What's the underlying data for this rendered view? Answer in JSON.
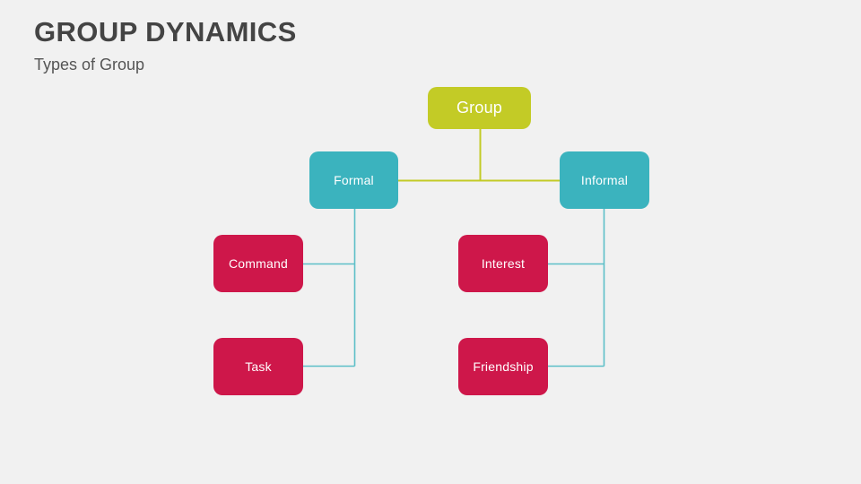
{
  "header": {
    "title": "GROUP DYNAMICS",
    "subtitle": "Types of Group"
  },
  "colors": {
    "background": "#f1f1f1",
    "title_text": "#444444",
    "subtitle_text": "#555555",
    "root_node": "#c3cb26",
    "branch_node": "#3bb3be",
    "leaf_node": "#ce174a",
    "node_text": "#ffffff",
    "root_connector": "#c3cb26",
    "branch_connector": "#5cbfc8"
  },
  "diagram": {
    "type": "tree",
    "nodes": [
      {
        "id": "group",
        "label": "Group",
        "level": 0,
        "kind": "root"
      },
      {
        "id": "formal",
        "label": "Formal",
        "level": 1,
        "kind": "branch"
      },
      {
        "id": "informal",
        "label": "Informal",
        "level": 1,
        "kind": "branch"
      },
      {
        "id": "command",
        "label": "Command",
        "level": 2,
        "kind": "leaf"
      },
      {
        "id": "task",
        "label": "Task",
        "level": 2,
        "kind": "leaf"
      },
      {
        "id": "interest",
        "label": "Interest",
        "level": 2,
        "kind": "leaf"
      },
      {
        "id": "friendship",
        "label": "Friendship",
        "level": 2,
        "kind": "leaf"
      }
    ],
    "edges": [
      {
        "from": "group",
        "to": "formal"
      },
      {
        "from": "group",
        "to": "informal"
      },
      {
        "from": "formal",
        "to": "command"
      },
      {
        "from": "formal",
        "to": "task"
      },
      {
        "from": "informal",
        "to": "interest"
      },
      {
        "from": "informal",
        "to": "friendship"
      }
    ]
  }
}
